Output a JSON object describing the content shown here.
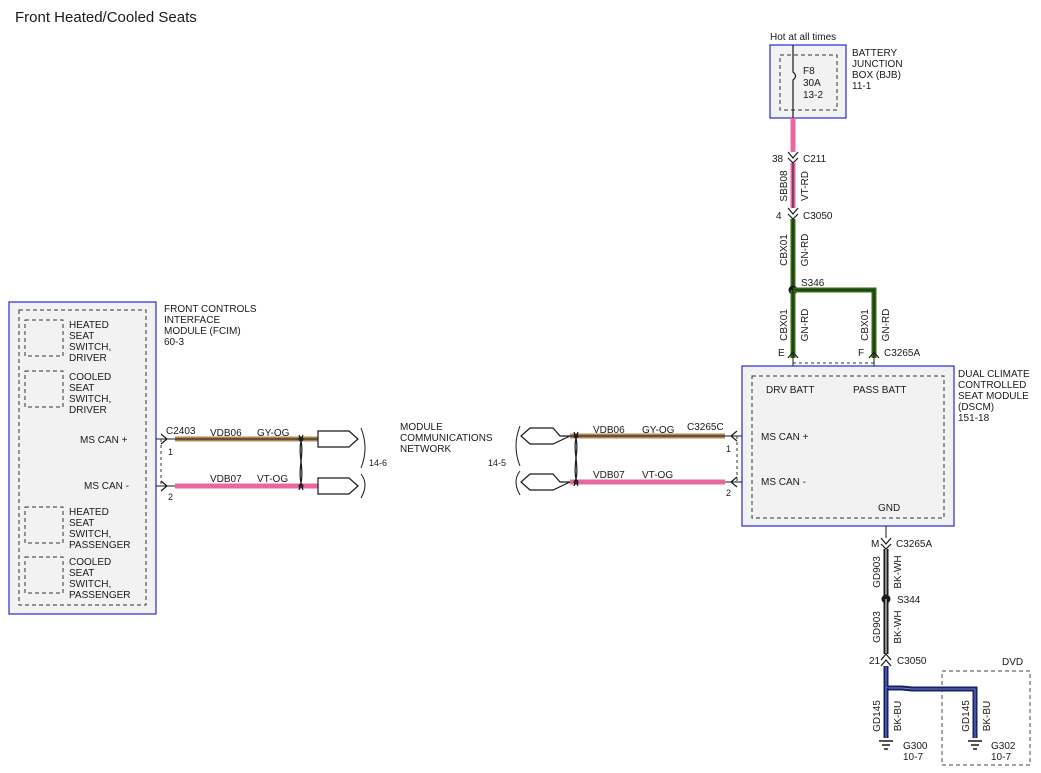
{
  "title": "Front Heated/Cooled Seats",
  "colors": {
    "module_border": "#2a2ad0",
    "module_fill": "#f2f2f2",
    "wire_pink": "#e8679f",
    "wire_tan": "#b08a55",
    "wire_green": "#2f6b12",
    "wire_black": "#1a1a1a",
    "wire_navy": "#152070"
  },
  "bjb": {
    "label_lines": [
      "BATTERY",
      "JUNCTION",
      "BOX (BJB)",
      "11-1"
    ],
    "hot_label": "Hot at all times",
    "fuse_lines": [
      "F8",
      "30A",
      "13-2"
    ]
  },
  "fcim": {
    "label_lines": [
      "FRONT CONTROLS",
      "INTERFACE",
      "MODULE (FCIM)",
      "60-3"
    ],
    "components": [
      {
        "lines": [
          "HEATED",
          "SEAT",
          "SWITCH,",
          "DRIVER"
        ]
      },
      {
        "lines": [
          "COOLED",
          "SEAT",
          "SWITCH,",
          "DRIVER"
        ]
      },
      {
        "lines": [
          "HEATED",
          "SEAT",
          "SWITCH,",
          "PASSENGER"
        ]
      },
      {
        "lines": [
          "COOLED",
          "SEAT",
          "SWITCH,",
          "PASSENGER"
        ]
      }
    ],
    "pins": [
      {
        "label": "MS CAN +",
        "num": "1"
      },
      {
        "label": "MS CAN -",
        "num": "2"
      }
    ],
    "connector": "C2403",
    "page_ref": "14-6"
  },
  "network": {
    "label_lines": [
      "MODULE",
      "COMMUNICATIONS",
      "NETWORK"
    ],
    "page_ref": "14-5"
  },
  "wires": {
    "can_plus": {
      "circuit": "VDB06",
      "color": "GY-OG"
    },
    "can_minus": {
      "circuit": "VDB07",
      "color": "VT-OG"
    }
  },
  "dscm": {
    "label_lines": [
      "DUAL CLIMATE",
      "CONTROLLED",
      "SEAT MODULE",
      "(DSCM)",
      "151-18"
    ],
    "pin_labels": {
      "drv_batt": "DRV BATT",
      "pass_batt": "PASS BATT",
      "gnd": "GND"
    },
    "pins": [
      {
        "label": "MS CAN +",
        "num": "1"
      },
      {
        "label": "MS CAN -",
        "num": "2"
      }
    ],
    "connector_can": "C3265C",
    "connector_power": "C3265A",
    "pin_e": "E",
    "pin_f": "F",
    "pin_m": "M",
    "connector_gnd": "C3265A"
  },
  "power": {
    "c211": {
      "num": "38",
      "name": "C211"
    },
    "sbb08": {
      "circuit": "SBB08",
      "color": "VT-RD"
    },
    "c3050": {
      "num": "4",
      "name": "C3050"
    },
    "cbx01": {
      "circuit": "CBX01",
      "color": "GN-RD"
    },
    "splice": "S346"
  },
  "ground": {
    "gd903": {
      "circuit": "GD903",
      "color": "BK-WH"
    },
    "splice": "S344",
    "c3050": {
      "num": "21",
      "name": "C3050"
    },
    "gd145": {
      "circuit": "GD145",
      "color": "BK-BU"
    },
    "g300": {
      "name": "G300",
      "ref": "10-7"
    },
    "g302": {
      "name": "G302",
      "ref": "10-7"
    },
    "dvd_label": "DVD"
  }
}
